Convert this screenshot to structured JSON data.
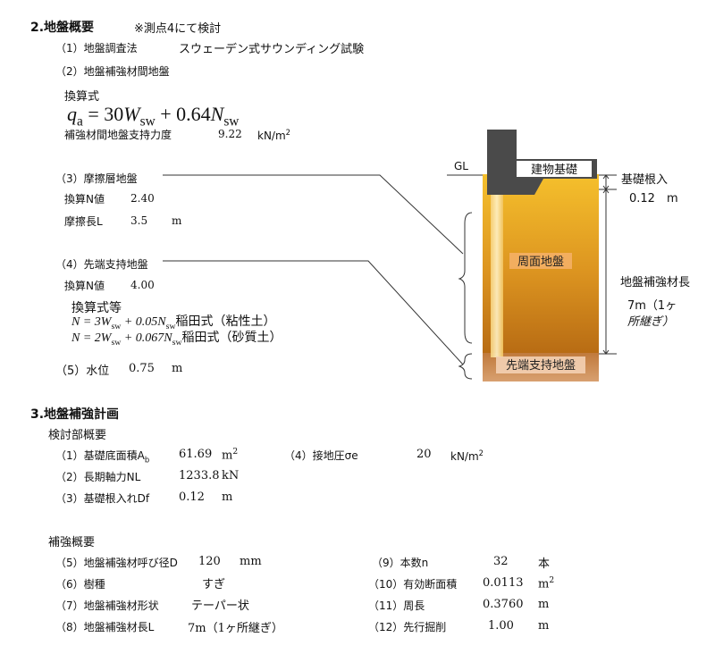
{
  "s2": {
    "heading": "2.地盤概要",
    "note": "※測点4にて検討",
    "item1": {
      "label": "（1）地盤調査法",
      "value": "スウェーデン式サウンディング試験"
    },
    "item2": {
      "label": "（2）地盤補強材間地盤"
    },
    "conv_label": "換算式",
    "formula": {
      "lhs": "q",
      "lhs_sub": "a",
      "eq": " = 30",
      "w": "W",
      "w_sub": "sw",
      "plus": " + 0.64",
      "n": "N",
      "n_sub": "sw"
    },
    "bearing": {
      "label": "補強材間地盤支持力度",
      "value": "9.22",
      "unit": "kN/m",
      "unit_sup": "2"
    },
    "item3": {
      "label": "（3）摩擦層地盤",
      "n_label": "換算N値",
      "n_value": "2.40",
      "len_label": "摩擦長L",
      "len_value": "3.5",
      "len_unit": "m"
    },
    "item4": {
      "label": "（4）先端支持地盤",
      "n_label": "換算N値",
      "n_value": "4.00"
    },
    "conv_eq_label": "換算式等",
    "eq1": {
      "text": "N = 3W",
      "sub1": "sw",
      "mid": " + 0.05N",
      "sub2": "sw",
      "tail": "稲田式（粘性土）"
    },
    "eq2": {
      "text": "N = 2W",
      "sub1": "sw",
      "mid": " + 0.067N",
      "sub2": "sw",
      "tail": "稲田式（砂質土）"
    },
    "item5": {
      "label": "（5）水位",
      "value": "0.75",
      "unit": "m"
    }
  },
  "diagram": {
    "gl": "GL",
    "foundation": "建物基礎",
    "surrounding": "周面地盤",
    "tip": "先端支持地盤",
    "depth_label": "基礎根入",
    "depth_value": "0.12　m",
    "length_label": "地盤補強材長",
    "length_value1": "7m（1ヶ",
    "length_value2": "所継ぎ）",
    "colors": {
      "soil_top": "#f2b92a",
      "soil_bottom": "#b36a12",
      "tip": "#c48a55",
      "foundation": "#4a4a4a",
      "pile": "#fbe6a8"
    }
  },
  "s3": {
    "heading": "3.地盤補強計画",
    "sub1": "検討部概要",
    "rows1": [
      {
        "label": "（1）基礎底面積A",
        "label_sub": "b",
        "value": "61.69",
        "unit": "m",
        "unit_sup": "2"
      },
      {
        "label": "（2）長期軸力NL",
        "value": "1233.8",
        "unit": "kN"
      },
      {
        "label": "（3）基礎根入れDf",
        "value": "0.12",
        "unit": "m"
      }
    ],
    "row4": {
      "label": "（4）接地圧σe",
      "value": "20",
      "unit": "kN/m",
      "unit_sup": "2"
    },
    "sub2": "補強概要",
    "left": [
      {
        "label": "（5）地盤補強材呼び径D",
        "value": "120",
        "unit": "mm"
      },
      {
        "label": "（6）樹種",
        "value": "すぎ",
        "unit": ""
      },
      {
        "label": "（7）地盤補強材形状",
        "value": "テーパー状",
        "unit": ""
      },
      {
        "label": "（8）地盤補強材長L",
        "value": "7m（1ヶ所継ぎ）",
        "unit": ""
      }
    ],
    "right": [
      {
        "label": "（9）本数n",
        "value": "32",
        "unit": "本",
        "unit_sup": ""
      },
      {
        "label": "（10）有効断面積",
        "value": "0.0113",
        "unit": "m",
        "unit_sup": "2"
      },
      {
        "label": "（11）周長",
        "value": "0.3760",
        "unit": "m",
        "unit_sup": ""
      },
      {
        "label": "（12）先行掘削",
        "value": "1.00",
        "unit": "m",
        "unit_sup": ""
      }
    ]
  }
}
